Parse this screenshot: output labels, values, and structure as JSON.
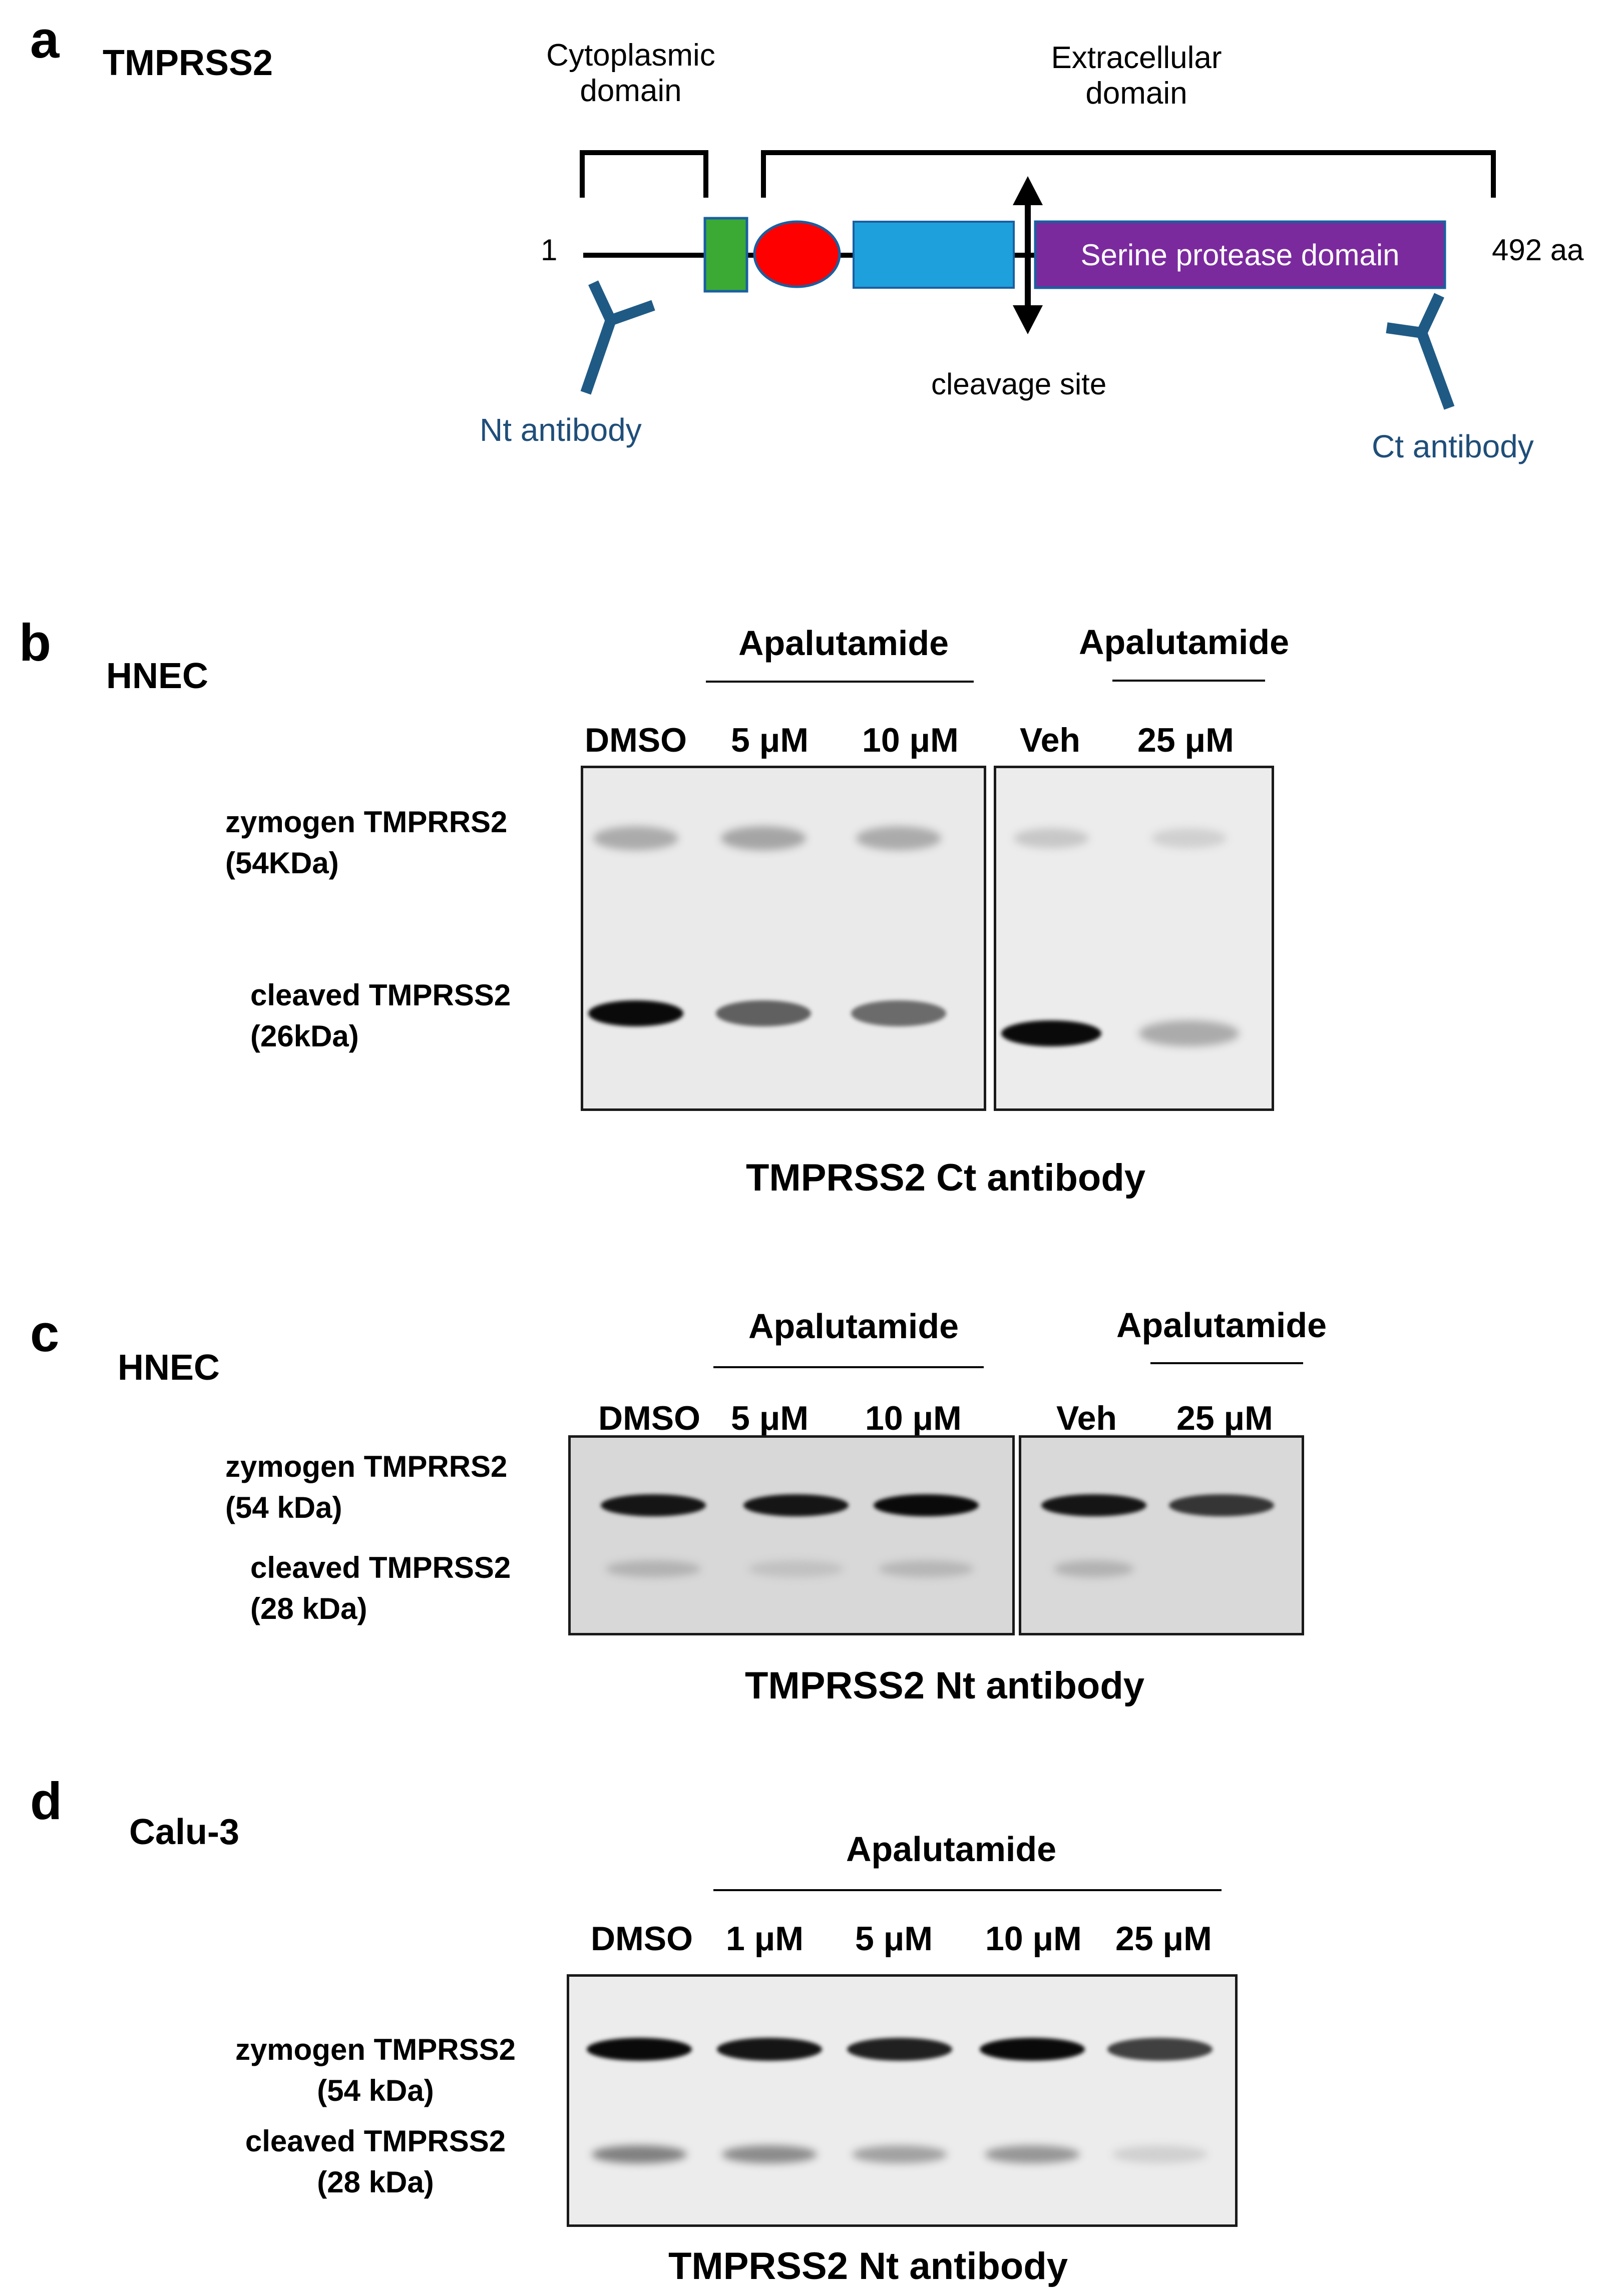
{
  "panel_a": {
    "letter": "a",
    "protein": "TMPRSS2",
    "cytoplasmic_line1": "Cytoplasmic",
    "cytoplasmic_line2": "domain",
    "extracellular_line1": "Extracellular",
    "extracellular_line2": "domain",
    "start": "1",
    "end": "492 aa",
    "serine_domain": "Serine protease domain",
    "cleavage_site": "cleavage site",
    "nt_antibody": "Nt antibody",
    "ct_antibody": "Ct antibody",
    "colors": {
      "tm_green": "#3aaa35",
      "ldla_red": "#ff0000",
      "srcr_blue": "#1ea0dc",
      "serine_purple": "#7b2a9e",
      "antibody_blue": "#1f5a85",
      "label_blue": "#1f4e79"
    }
  },
  "panel_b": {
    "letter": "b",
    "cell": "HNEC",
    "treatment_1": "Apalutamide",
    "treatment_2": "Apalutamide",
    "lanes_1": [
      "DMSO",
      "5 μM",
      "10 μM"
    ],
    "lanes_2": [
      "Veh",
      "25 μM"
    ],
    "row1_line1": "zymogen TMPRRS2",
    "row1_line2": "(54KDa)",
    "row2_line1": "cleaved TMPRSS2",
    "row2_line2": "(26kDa)",
    "antibody": "TMPRSS2 Ct antibody",
    "band_intensity": {
      "zymogen": [
        0.25,
        0.28,
        0.25,
        0.12,
        0.08
      ],
      "cleaved": [
        1.0,
        0.6,
        0.55,
        1.0,
        0.25
      ]
    }
  },
  "panel_c": {
    "letter": "c",
    "cell": "HNEC",
    "treatment_1": "Apalutamide",
    "treatment_2": "Apalutamide",
    "lanes_1": [
      "DMSO",
      "5 μM",
      "10 μM"
    ],
    "lanes_2": [
      "Veh",
      "25 μM"
    ],
    "row1_line1": "zymogen TMPRRS2",
    "row1_line2": "(54 kDa)",
    "row2_line1": "cleaved TMPRSS2",
    "row2_line2": "(28 kDa)",
    "antibody": "TMPRSS2 Nt antibody",
    "band_intensity": {
      "zymogen": [
        0.95,
        0.95,
        1.0,
        0.95,
        0.8
      ],
      "cleaved": [
        0.22,
        0.15,
        0.2,
        0.22,
        0.0
      ]
    }
  },
  "panel_d": {
    "letter": "d",
    "cell": "Calu-3",
    "treatment": "Apalutamide",
    "lanes": [
      "DMSO",
      "1 μM",
      "5 μM",
      "10 μM",
      "25 μM"
    ],
    "row1_line1": "zymogen TMPRSS2",
    "row1_line2": "(54 kDa)",
    "row2_line1": "cleaved TMPRSS2",
    "row2_line2": "(28 kDa)",
    "antibody": "TMPRSS2 Nt antibody",
    "band_intensity": {
      "zymogen": [
        1.0,
        0.95,
        0.9,
        1.0,
        0.75
      ],
      "cleaved": [
        0.45,
        0.4,
        0.3,
        0.35,
        0.08
      ]
    }
  }
}
